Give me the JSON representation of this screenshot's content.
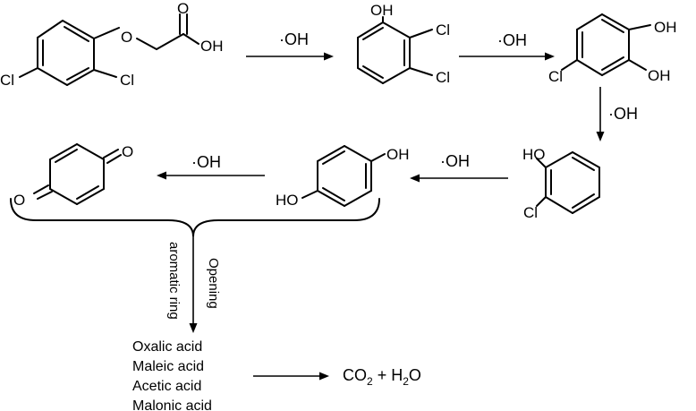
{
  "reagents": {
    "step1": "·OH",
    "step2": "·OH",
    "step3": "·OH",
    "step4": "·OH",
    "step5": "·OH"
  },
  "molecules": {
    "m24d": {
      "ether_o": "O",
      "carbonyl_o": "O",
      "oh": "OH",
      "cl_left": "Cl",
      "cl_right": "Cl"
    },
    "dcp23": {
      "oh": "OH",
      "cl_top": "Cl",
      "cl_bottom": "Cl"
    },
    "chlorocatechol": {
      "oh_top": "OH",
      "oh_bottom": "OH",
      "cl": "Cl"
    },
    "chlorophenol2": {
      "ho": "HO",
      "cl": "Cl"
    },
    "hydroquinone": {
      "oh": "OH",
      "ho": "HO"
    },
    "benzoquinone": {
      "o_top": "O",
      "o_left": "O"
    }
  },
  "ring_opening": {
    "line1": "Opening",
    "line2": "aromatic ring"
  },
  "products": [
    "Oxalic acid",
    "Maleic acid",
    "Acetic acid",
    "Malonic acid"
  ],
  "final": {
    "co2": "CO",
    "co2_sub": "2",
    "plus": "+",
    "h2o_h": "H",
    "h2o_sub": "2",
    "h2o_o": "O"
  }
}
